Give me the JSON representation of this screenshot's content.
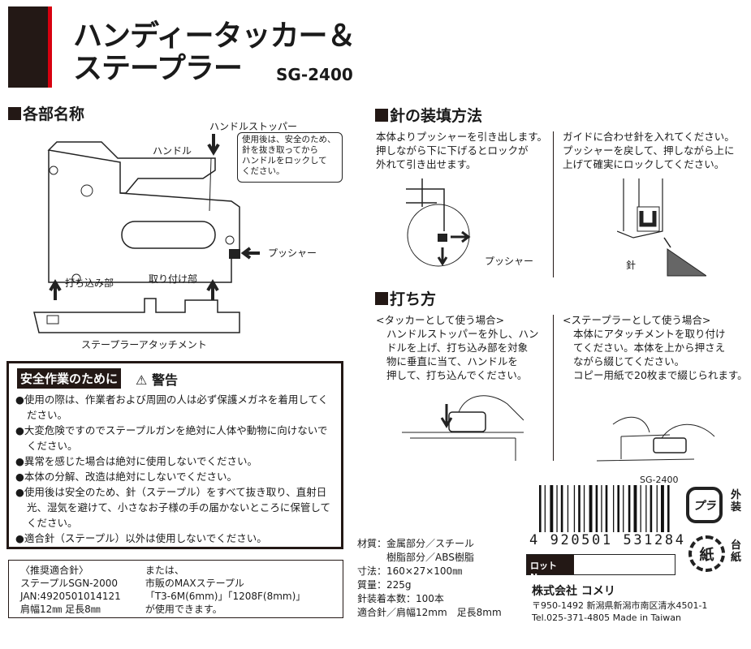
{
  "header": {
    "title_line1": "ハンディータッカー＆",
    "title_line2": "ステープラー",
    "model": "SG-2400"
  },
  "parts": {
    "heading": "各部名称",
    "handle_stopper": "ハンドルストッパー",
    "handle": "ハンドル",
    "note": [
      "使用後は、安全のため、",
      "針を抜き取ってから",
      "ハンドルをロックして",
      "ください。"
    ],
    "pusher": "プッシャー",
    "striking_part": "打ち込み部",
    "mounting_part": "取り付け部",
    "attachment": "ステープラーアタッチメント"
  },
  "warning": {
    "heading": "安全作業のために",
    "warning_label": "警告",
    "items": [
      "使用の際は、作業者および周囲の人は必ず保護メガネを着用してください。",
      "大変危険ですのでステープルガンを絶対に人体や動物に向けないでください。",
      "異常を感じた場合は絶対に使用しないでください。",
      "本体の分解、改造は絶対にしないでください。",
      "使用後は安全のため、針（ステープル）をすべて抜き取り、直射日光、湿気を避けて、小さなお子様の手の届かないところに保管してください。",
      "適合針（ステープル）以外は使用しないでください。"
    ]
  },
  "recommended": {
    "col1": [
      "〈推奨適合針〉",
      "ステープルSGN-2000",
      "JAN:4920501014121",
      "肩幅12㎜ 足長8㎜"
    ],
    "col2": [
      "または、",
      "市販のMAXステープル",
      "「T3-6M(6mm)」「1208F(8mm)」",
      "が使用できます。"
    ]
  },
  "loading": {
    "heading": "針の装填方法",
    "step1": [
      "本体よりプッシャーを引き出します。",
      "押しながら下に下げるとロックが",
      "外れて引き出せます。"
    ],
    "pusher_label": "プッシャー",
    "step2": [
      "ガイドに合わせ針を入れてください。",
      "プッシャーを戻して、押しながら上に",
      "上げて確実にロックしてください。"
    ],
    "needle_label": "針"
  },
  "usage": {
    "heading": "打ち方",
    "tacker_title": "<タッカーとして使う場合>",
    "tacker_text": [
      "ハンドルストッパーを外し、ハン",
      "ドルを上げ、打ち込み部を対象",
      "物に垂直に当て、ハンドルを",
      "押して、打ち込んでください。"
    ],
    "stapler_title": "<ステープラーとして使う場合>",
    "stapler_text": [
      "本体にアタッチメントを取り付け",
      "てください。本体を上から押さえ",
      "ながら綴じてください。",
      "コピー用紙で20枚まで綴じられます。"
    ]
  },
  "specs": [
    "材質：金属部分／スチール",
    "　　　樹脂部分／ABS樹脂",
    "寸法：160×27×100㎜",
    "質量：225g",
    "針装着本数：100本",
    "適合針／肩幅12mm　足長8mm"
  ],
  "barcode": {
    "model": "SG-2400",
    "number": "4 920501 531284"
  },
  "lot": {
    "label": "ロットNo."
  },
  "company": {
    "name": "株式会社 コメリ",
    "address": "〒950-1492  新潟県新潟市南区清水4501-1",
    "tel": "Tel.025-371-4805  Made in Taiwan"
  },
  "recycle": {
    "plastic_mark": "プラ",
    "plastic_label": "外装",
    "paper_mark": "紙",
    "paper_label": "台紙"
  }
}
